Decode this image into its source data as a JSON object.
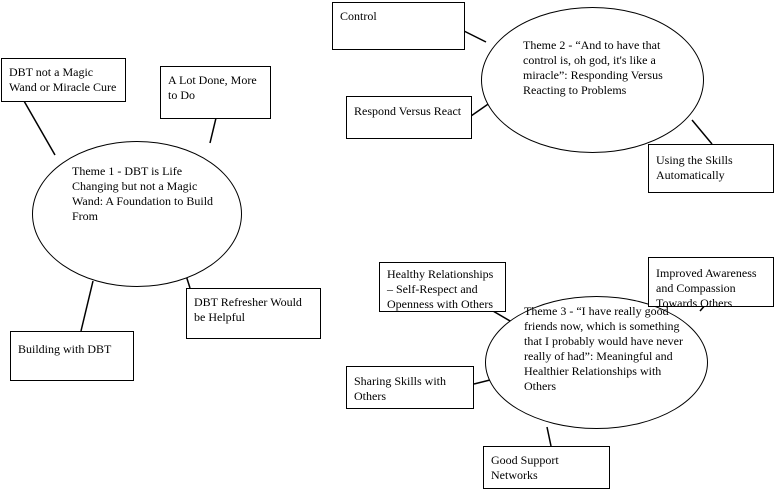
{
  "themes": [
    {
      "id": "theme1",
      "label": "Theme 1 - DBT is Life Changing but not a Magic Wand: A Foundation to Build From",
      "subthemes": [
        "DBT not a Magic Wand or Miracle Cure",
        "A Lot Done, More to Do",
        "DBT Refresher Would be Helpful",
        "Building with DBT"
      ]
    },
    {
      "id": "theme2",
      "label": "Theme 2 - “And to have that control is, oh god, it's like a miracle”: Responding Versus Reacting to Problems",
      "subthemes": [
        "Control",
        "Respond Versus React",
        "Using the Skills Automatically"
      ]
    },
    {
      "id": "theme3",
      "label": "Theme 3 - “I have really good friends now, which is something that I probably would have never really of had”: Meaningful and Healthier Relationships with Others",
      "subthemes": [
        "Healthy Relationships – Self-Respect and Openness with Others",
        "Improved Awareness and Compassion Towards Others",
        "Sharing Skills with Others",
        "Good Support Networks"
      ]
    }
  ]
}
